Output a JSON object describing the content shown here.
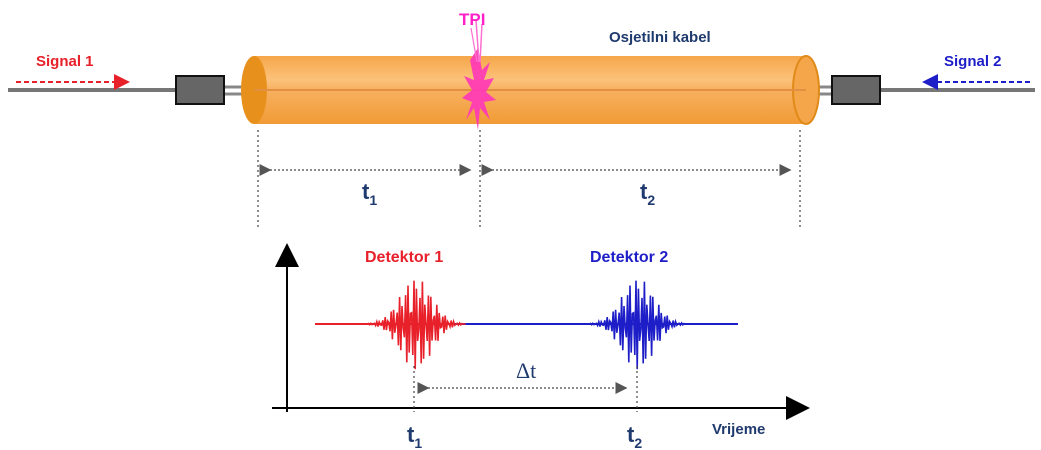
{
  "labels": {
    "signal1": "Signal 1",
    "signal2": "Signal 2",
    "tpi": "TPI",
    "cable": "Osjetilni kabel",
    "t1_top": "t",
    "t1_top_sub": "1",
    "t2_top": "t",
    "t2_top_sub": "2",
    "detector1": "Detektor 1",
    "detector2": "Detektor 2",
    "delta_t": "Δt",
    "t1_axis": "t",
    "t1_axis_sub": "1",
    "t2_axis": "t",
    "t2_axis_sub": "2",
    "xaxis": "Vrijeme"
  },
  "colors": {
    "signal1": "#e8202a",
    "signal2": "#1e1ec8",
    "tpi": "#ff20c8",
    "cable_label": "#1f3a6e",
    "time_label": "#1f3a6e",
    "cable_body": "#f8b463",
    "cable_end": "#e8901c",
    "connector": "#666666",
    "axis": "#000000"
  }
}
